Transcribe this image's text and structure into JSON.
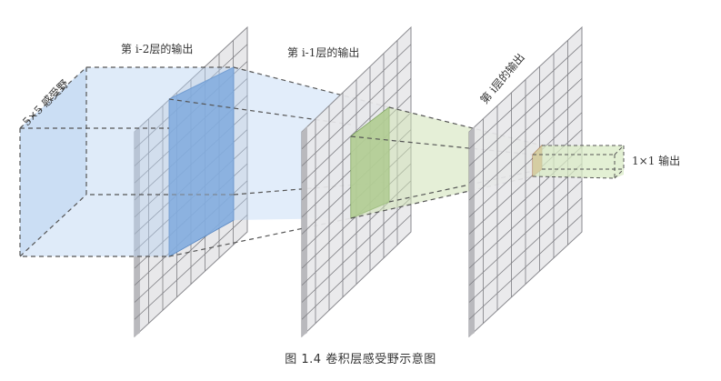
{
  "figure": {
    "label_receptive": "5×5 感受野",
    "label_layer_a": "第 i-2层的输出",
    "label_layer_b": "第 i-1层的输出",
    "label_layer_c": "第 i层的输出",
    "label_output": "1×1 输出",
    "caption": "图 1.4    卷积层感受野示意图"
  },
  "colors": {
    "grid_face": "#e8e8ea",
    "grid_line": "#7d7d82",
    "grid_edge": "#b9b9bd",
    "receptive_fill": "#b7d3f2",
    "blue_patch": "#5b8fd0",
    "green_patch": "#88b064",
    "green_fill": "#cfe2b6",
    "output_pixel": "#c8743a"
  }
}
